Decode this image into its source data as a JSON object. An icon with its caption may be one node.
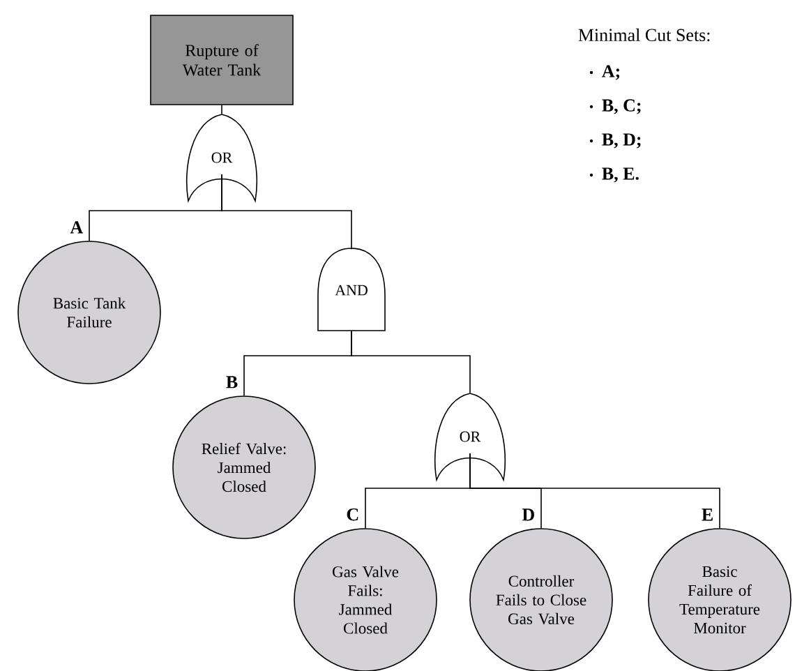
{
  "diagram": {
    "nodes": [
      {
        "text": [
          "Rupture of Water Tank"
        ]
      },
      {
        "text": [
          "OR"
        ]
      },
      {
        "text": [
          "Basic Tank Failure"
        ],
        "beside": [
          "A"
        ]
      },
      {
        "text": [
          "AND"
        ]
      },
      {
        "text": [
          "Relief Valve: Jammed Closed"
        ],
        "beside": [
          "B"
        ]
      },
      {
        "text": [
          "OR"
        ]
      },
      {
        "text": [
          "Gas Valve Fails: Jammed Closed"
        ],
        "beside": [
          "C"
        ]
      },
      {
        "text": [
          "Controller Fails to Close Gas Valve"
        ],
        "beside": [
          "D"
        ]
      },
      {
        "text": [
          "Basic Failure of Temperature Monitor"
        ],
        "beside": [
          "E"
        ]
      }
    ],
    "edges": [
      {
        "from": 0,
        "to": 1,
        "arrow": "none"
      },
      {
        "from": 1,
        "to": 2,
        "arrow": "none"
      },
      {
        "from": 1,
        "to": 3,
        "arrow": "none"
      },
      {
        "from": 3,
        "to": 4,
        "arrow": "none"
      },
      {
        "from": 3,
        "to": 5,
        "arrow": "none"
      },
      {
        "from": 5,
        "to": 6,
        "arrow": "none"
      },
      {
        "from": 5,
        "to": 7,
        "arrow": "none"
      },
      {
        "from": 5,
        "to": 8,
        "arrow": "none"
      }
    ],
    "labels": [
      "Minimal Cut Sets:",
      "A;",
      "B, C;",
      "B, D;",
      "B, E."
    ]
  }
}
